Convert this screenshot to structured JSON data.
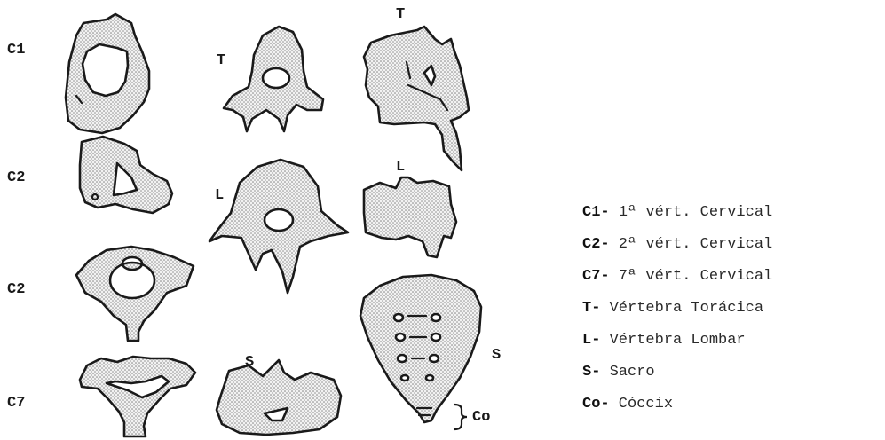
{
  "labels": {
    "c1": "C1",
    "c2_top": "C2",
    "c2_bottom": "C2",
    "c7": "C7",
    "t_mid": "T",
    "t_right": "T",
    "l_mid": "L",
    "l_right": "L",
    "s_mid": "S",
    "s_right": "S",
    "co": "Co"
  },
  "legend": [
    {
      "code": "C1-",
      "text": " 1ª vért. Cervical"
    },
    {
      "code": "C2-",
      "text": " 2ª vért. Cervical"
    },
    {
      "code": "C7-",
      "text": " 7ª vért. Cervical"
    },
    {
      "code": "T-",
      "text": " Vértebra Torácica"
    },
    {
      "code": "L-",
      "text": " Vértebra Lombar"
    },
    {
      "code": "S-",
      "text": " Sacro"
    },
    {
      "code": "Co-",
      "text": " Cóccix"
    }
  ],
  "colors": {
    "outline": "#1a1a1a",
    "fill": "#eeeeee",
    "dots": "#7a7a7a"
  }
}
